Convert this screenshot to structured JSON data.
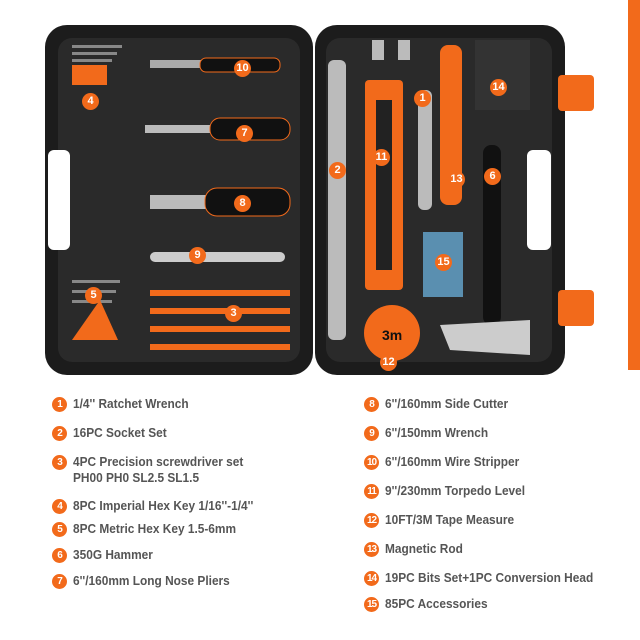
{
  "colors": {
    "accent": "#f26a1b",
    "case": "#1c1c1c",
    "text": "#555555"
  },
  "callouts": [
    "1",
    "2",
    "3",
    "4",
    "5",
    "6",
    "7",
    "8",
    "9",
    "10",
    "11",
    "12",
    "13",
    "14",
    "15"
  ],
  "product_labels": {
    "tape_measure": "3m"
  },
  "legend": [
    {
      "num": "1",
      "text": "1/4'' Ratchet Wrench"
    },
    {
      "num": "2",
      "text": "16PC Socket Set"
    },
    {
      "num": "3",
      "text": "4PC Precision screwdriver set",
      "text2": "PH00 PH0 SL2.5 SL1.5"
    },
    {
      "num": "4",
      "text": "8PC Imperial Hex Key 1/16''-1/4''"
    },
    {
      "num": "5",
      "text": "8PC Metric Hex Key 1.5-6mm"
    },
    {
      "num": "6",
      "text": "350G Hammer"
    },
    {
      "num": "7",
      "text": "6''/160mm Long Nose Pliers"
    },
    {
      "num": "8",
      "text": "6''/160mm Side Cutter"
    },
    {
      "num": "9",
      "text": "6''/150mm Wrench"
    },
    {
      "num": "10",
      "text": "6''/160mm Wire Stripper"
    },
    {
      "num": "11",
      "text": "9''/230mm Torpedo Level"
    },
    {
      "num": "12",
      "text": "10FT/3M Tape Measure"
    },
    {
      "num": "13",
      "text": "Magnetic Rod"
    },
    {
      "num": "14",
      "text": "19PC Bits Set+1PC Conversion Head"
    },
    {
      "num": "15",
      "text": "85PC Accessories"
    }
  ]
}
